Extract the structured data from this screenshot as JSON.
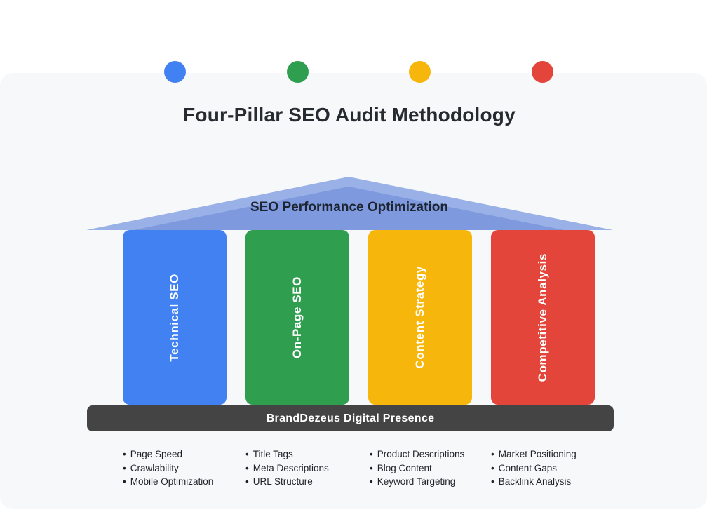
{
  "title": "Four-Pillar SEO Audit Methodology",
  "roof": {
    "label": "SEO Performance Optimization",
    "outer_color": "#9ab1e8",
    "inner_color": "#7e99de"
  },
  "pillars": [
    {
      "label": "Technical SEO",
      "color": "#4181f2",
      "details": [
        "Page Speed",
        "Crawlability",
        "Mobile Optimization"
      ]
    },
    {
      "label": "On-Page SEO",
      "color": "#2f9e4f",
      "details": [
        "Title Tags",
        "Meta Descriptions",
        "URL Structure"
      ]
    },
    {
      "label": "Content Strategy",
      "color": "#f6b60b",
      "details": [
        "Product Descriptions",
        "Blog Content",
        "Keyword Targeting"
      ]
    },
    {
      "label": "Competitive Analysis",
      "color": "#e4453a",
      "details": [
        "Market Positioning",
        "Content Gaps",
        "Backlink Analysis"
      ]
    }
  ],
  "foundation": {
    "label": "BrandDezeus Digital Presence",
    "color": "#444444"
  },
  "ui": {
    "bullet": "•",
    "page_background": "#ffffff",
    "card_background": "#f7f8fa"
  }
}
